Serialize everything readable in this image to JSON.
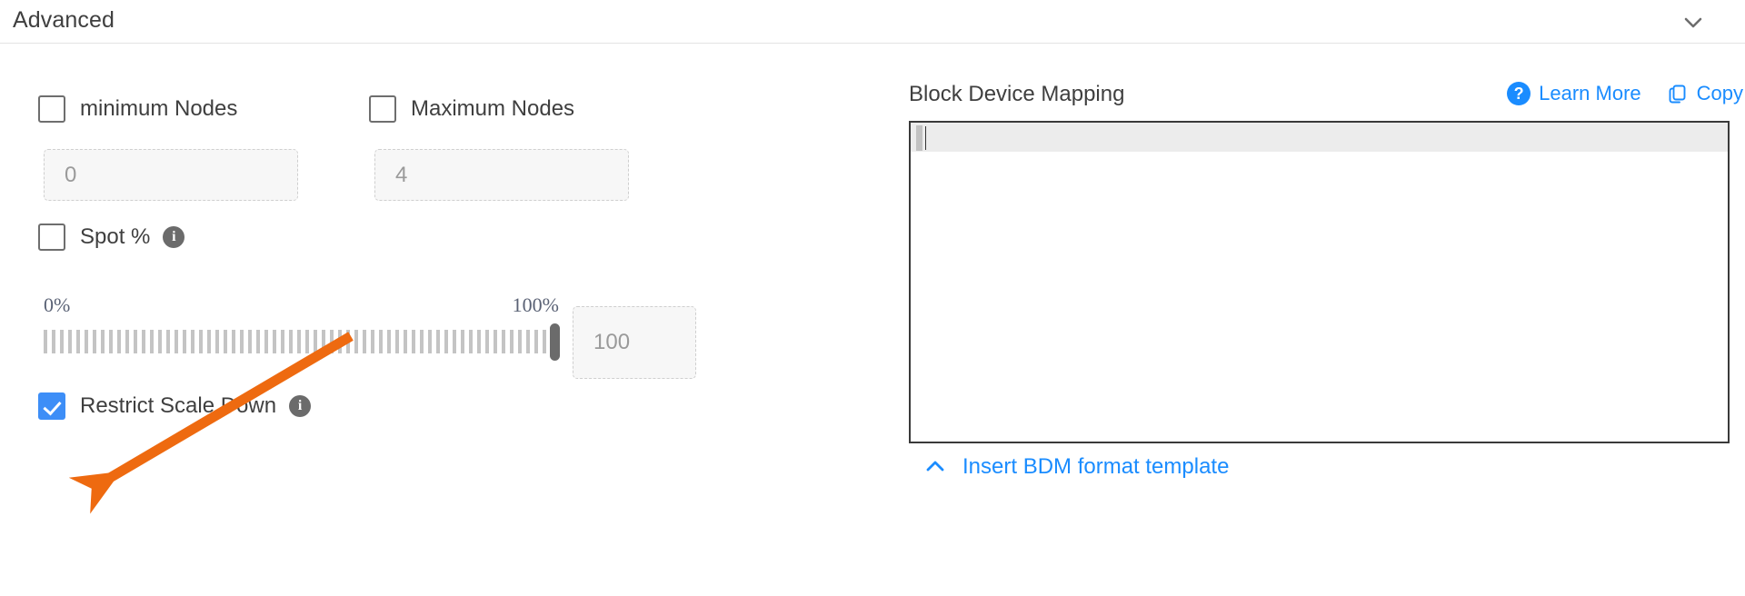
{
  "section": {
    "title": "Advanced",
    "collapse_icon": "chevron-down-icon"
  },
  "left": {
    "min_nodes": {
      "checkbox_checked": false,
      "label": "minimum Nodes",
      "input_placeholder": "0",
      "input_value": ""
    },
    "max_nodes": {
      "checkbox_checked": false,
      "label": "Maximum Nodes",
      "input_placeholder": "4",
      "input_value": ""
    },
    "spot": {
      "checkbox_checked": false,
      "label": "Spot %",
      "info_icon": "info-icon",
      "info_glyph": "i"
    },
    "slider": {
      "min_label": "0%",
      "max_label": "100%",
      "value": 100,
      "value_field_placeholder": "100",
      "value_field_value": ""
    },
    "restrict_scale_down": {
      "checkbox_checked": true,
      "label": "Restrict Scale Down",
      "info_icon": "info-icon",
      "info_glyph": "i"
    }
  },
  "right": {
    "title": "Block Device Mapping",
    "learn_more": {
      "label": "Learn More",
      "icon": "question-mark-circle-icon",
      "icon_glyph": "?"
    },
    "copy": {
      "label": "Copy",
      "icon": "copy-icon"
    },
    "editor": {
      "content": "",
      "active_line": 1
    },
    "insert_template": {
      "label": "Insert BDM format template",
      "icon": "chevron-up-icon"
    }
  },
  "annotation": {
    "type": "arrow",
    "color": "#ee6a10",
    "points_to": "restrict-scale-down-checkbox"
  },
  "colors": {
    "accent_blue": "#1a8cff",
    "checkbox_blue": "#3d8ef7",
    "annotation_orange": "#ee6a10",
    "text_dark": "#3f3f3f",
    "placeholder_gray": "#9a9a9a"
  }
}
